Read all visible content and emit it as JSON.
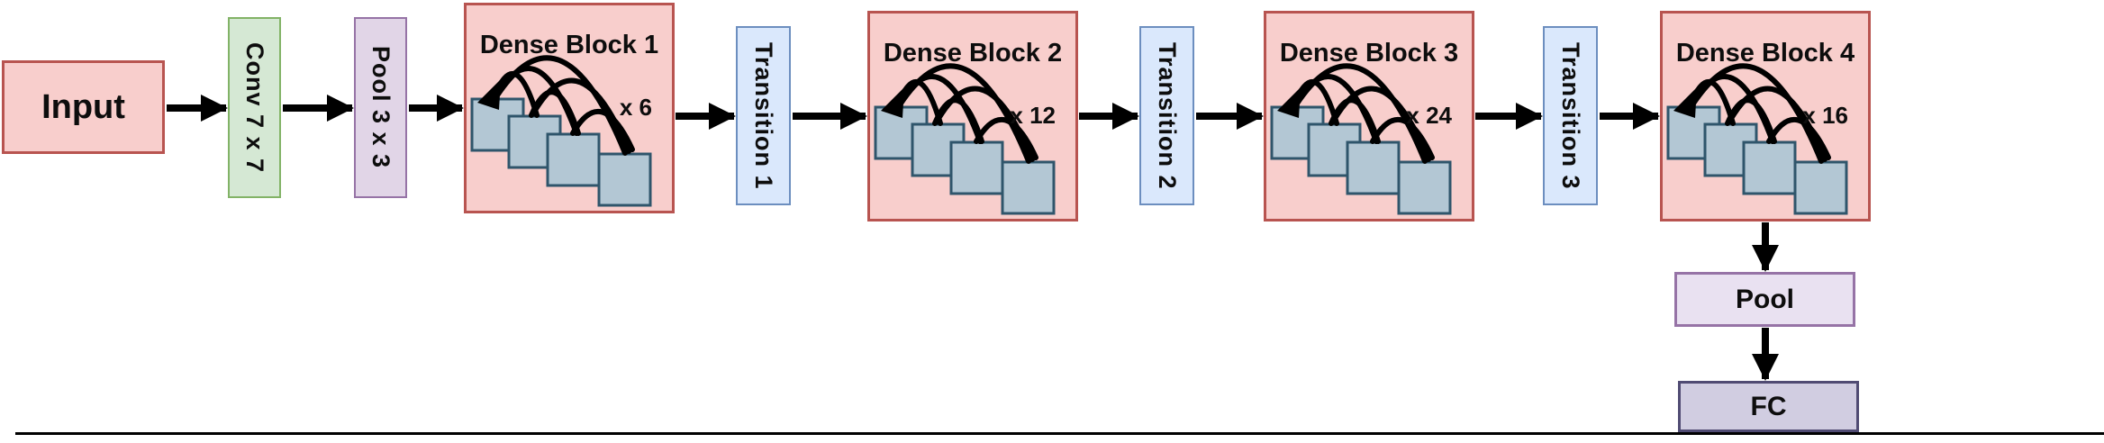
{
  "colors": {
    "input_fill": "#f8cecc",
    "input_border": "#b85450",
    "dense_fill": "#f8cecc",
    "dense_border": "#b85450",
    "conv_fill": "#d5e8d4",
    "conv_border": "#82b366",
    "pool_fill": "#e1d5e7",
    "pool_border": "#9673a6",
    "transition_fill": "#dae8fc",
    "transition_border": "#6c8ebf",
    "feature_fill": "#b3c7d4",
    "feature_border": "#2f556b",
    "head_pool_fill": "#e9e1f1",
    "head_pool_border": "#9673a6",
    "fc_fill": "#d1cde1",
    "fc_border": "#504b73",
    "arrow_color": "#000000"
  },
  "nodes": {
    "input": {
      "label": "Input"
    },
    "conv": {
      "label": "Conv 7 x 7"
    },
    "pool1": {
      "label": "Pool 3 x 3"
    },
    "dense_blocks": [
      {
        "title": "Dense Block 1",
        "repeat_label": "x 6"
      },
      {
        "title": "Dense Block 2",
        "repeat_label": "x 12"
      },
      {
        "title": "Dense Block 3",
        "repeat_label": "x 24"
      },
      {
        "title": "Dense Block 4",
        "repeat_label": "x 16"
      }
    ],
    "transitions": [
      {
        "label": "Transition 1"
      },
      {
        "label": "Transition 2"
      },
      {
        "label": "Transition 3"
      }
    ],
    "pool2": {
      "label": "Pool"
    },
    "fc": {
      "label": "FC"
    }
  }
}
